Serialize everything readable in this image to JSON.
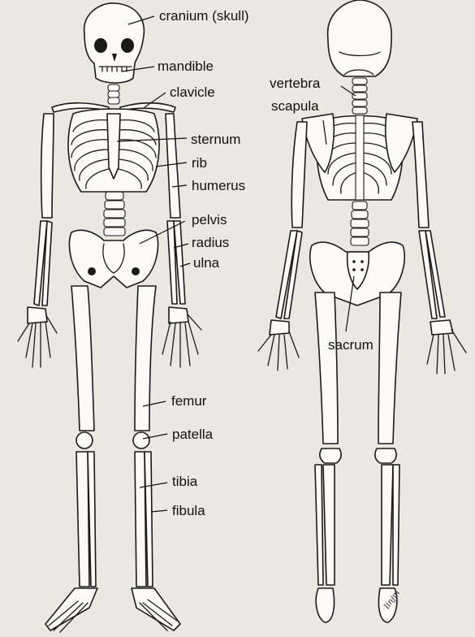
{
  "labels": {
    "cranium": "cranium (skull)",
    "mandible": "mandible",
    "clavicle": "clavicle",
    "sternum": "sternum",
    "rib": "rib",
    "humerus": "humerus",
    "pelvis": "pelvis",
    "radius": "radius",
    "ulna": "ulna",
    "femur": "femur",
    "patella": "patella",
    "tibia": "tibia",
    "fibula": "fibula",
    "vertebra": "vertebra",
    "scapula": "scapula",
    "sacrum": "sacrum"
  },
  "signature": "linjm"
}
